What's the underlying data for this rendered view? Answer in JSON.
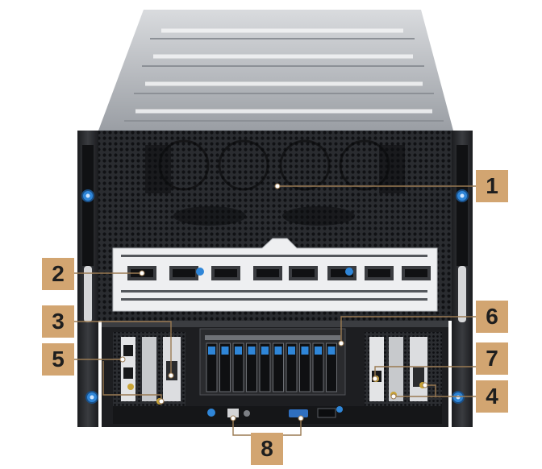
{
  "colors": {
    "callout_bg": "#d2a571",
    "callout_text": "#1e1e1e",
    "accent_blue": "#2f86d8"
  },
  "callouts": [
    {
      "id": "c1",
      "label": "1"
    },
    {
      "id": "c2",
      "label": "2"
    },
    {
      "id": "c3",
      "label": "3"
    },
    {
      "id": "c4",
      "label": "4"
    },
    {
      "id": "c5",
      "label": "5"
    },
    {
      "id": "c6",
      "label": "6"
    },
    {
      "id": "c7",
      "label": "7"
    },
    {
      "id": "c8",
      "label": "8"
    }
  ]
}
